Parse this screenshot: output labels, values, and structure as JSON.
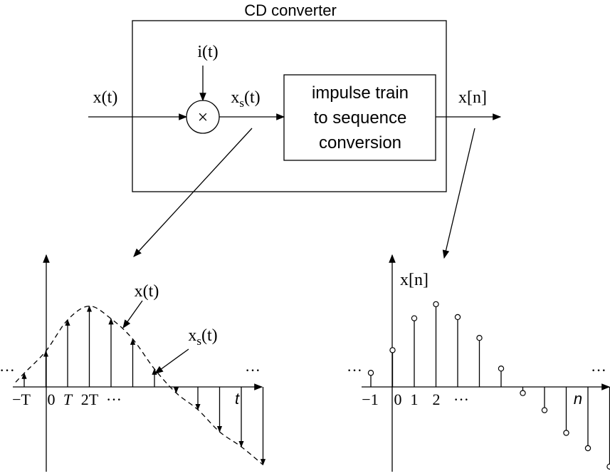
{
  "block_diagram": {
    "title": "CD converter",
    "input_label": "x(t)",
    "impulse_label": "i(t)",
    "multiplier_symbol": "×",
    "product_label": "x_s(t)",
    "box_lines": [
      "impulse train",
      "to sequence",
      "conversion"
    ],
    "output_label": "x[n]"
  },
  "continuous_plot": {
    "curve_label": "x(t)",
    "samples_label": "x_s(t)",
    "axis_label": "t",
    "tick_labels": [
      "−T",
      "0",
      "T",
      "2T",
      "···"
    ],
    "left_ellipsis": "···",
    "right_ellipsis": "···",
    "sample_values": [
      0.23,
      0.6,
      1.12,
      1.35,
      1.14,
      0.8,
      0.3,
      -0.1,
      -0.38,
      -0.75,
      -1.0,
      -1.3
    ],
    "curve_style": "dashed"
  },
  "discrete_plot": {
    "axis_label_y": "x[n]",
    "axis_label_x": "n",
    "tick_labels": [
      "−1",
      "0",
      "1",
      "2",
      "···"
    ],
    "left_ellipsis": "···",
    "right_ellipsis": "···",
    "sample_values": [
      0.23,
      0.6,
      1.12,
      1.35,
      1.14,
      0.8,
      0.3,
      -0.1,
      -0.38,
      -0.75,
      -1.0,
      -1.3
    ],
    "marker": "open-circle"
  }
}
